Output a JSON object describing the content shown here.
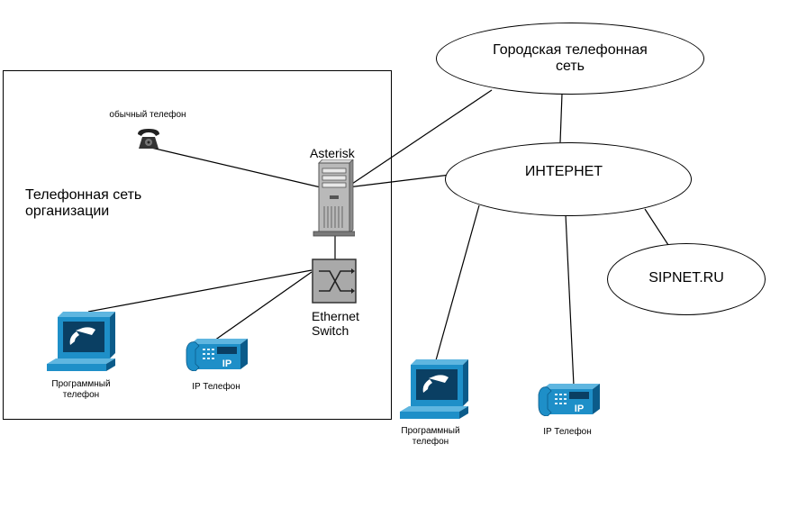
{
  "org_label": "Телефонная сеть\nорганизации",
  "city_network": "Городская телефонная\nсеть",
  "internet": "ИНТЕРНЕТ",
  "sipnet": "SIPNET.RU",
  "analog_phone": "обычный телефон",
  "asterisk": "Asterisk",
  "switch": "Ethernet\nSwitch",
  "softphone_inside": "Программный\nтелефон",
  "ipphone_inside": "IP Телефон",
  "softphone_outside": "Программный\nтелефон",
  "ipphone_outside": "IP Телефон",
  "colors": {
    "device_blue": "#1e8fc8",
    "device_dark": "#0b5b8a",
    "server_gray": "#b9b9b9"
  }
}
